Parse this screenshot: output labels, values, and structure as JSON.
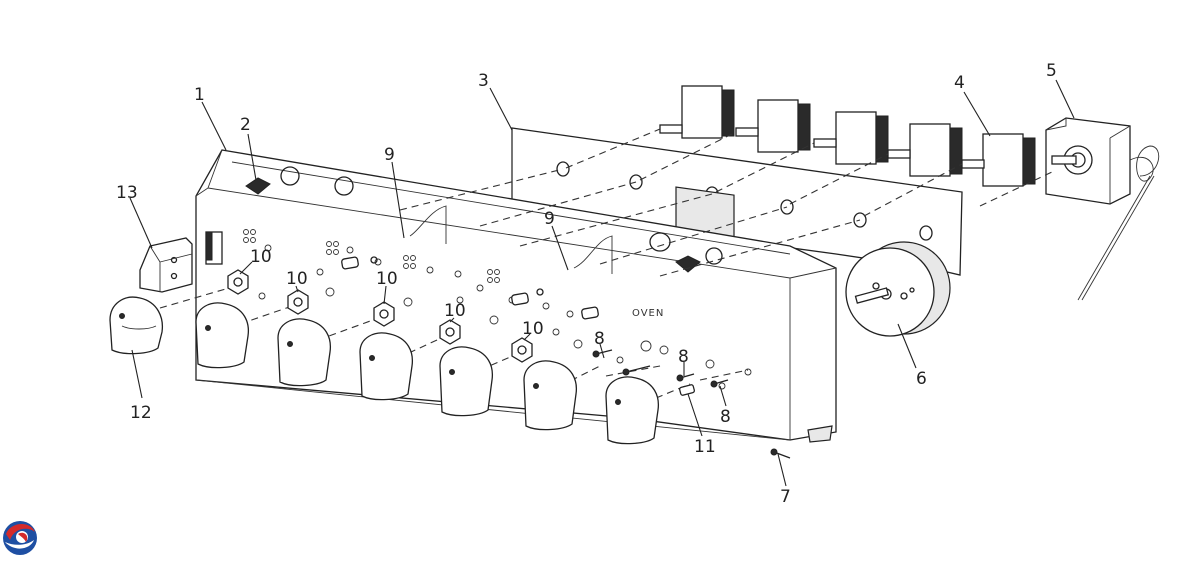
{
  "panel_text": "OVEN",
  "callouts": [
    {
      "label": "1"
    },
    {
      "label": "2"
    },
    {
      "label": "3"
    },
    {
      "label": "4"
    },
    {
      "label": "5"
    },
    {
      "label": "6"
    },
    {
      "label": "7"
    },
    {
      "label": "8"
    },
    {
      "label": "8"
    },
    {
      "label": "8"
    },
    {
      "label": "9"
    },
    {
      "label": "9"
    },
    {
      "label": "10"
    },
    {
      "label": "10"
    },
    {
      "label": "10"
    },
    {
      "label": "10"
    },
    {
      "label": "10"
    },
    {
      "label": "11"
    },
    {
      "label": "12"
    },
    {
      "label": "13"
    }
  ],
  "logo": {
    "icon": "brand-swirl-icon",
    "colors": [
      "#d42a2a",
      "#1e4fa3"
    ]
  }
}
